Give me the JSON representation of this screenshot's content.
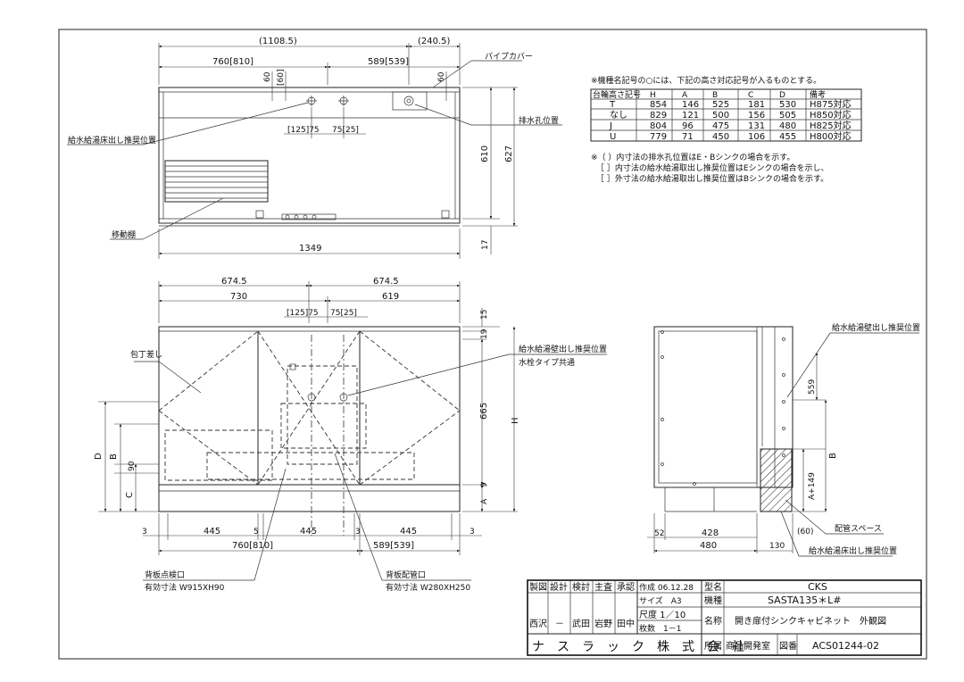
{
  "top_view": {
    "dims": {
      "total_outer": "(1108.5)",
      "right_outer": "(240.5)",
      "left": "760[810]",
      "right": "589[539]",
      "v60a": "60",
      "v60b": "[60]",
      "v60c": "60",
      "h125": "[125]75",
      "h75": "75[25]",
      "depth610": "610",
      "depth627": "627",
      "bottom17": "17",
      "width1349": "1349"
    },
    "labels": {
      "pipe_cover": "パイプカバー",
      "drain_position": "排水孔位置",
      "water_floor": "給水給湯床出し推奨位置",
      "movable_shelf": "移動棚"
    }
  },
  "spec_table": {
    "note_top": "※機種名記号の○には、下記の高さ対応記号が入るものとする。",
    "headers": [
      "台輪高さ記号",
      "H",
      "A",
      "B",
      "C",
      "D",
      "備考"
    ],
    "rows": [
      [
        "T",
        "854",
        "146",
        "525",
        "181",
        "530",
        "H875対応"
      ],
      [
        "なし",
        "829",
        "121",
        "500",
        "156",
        "505",
        "H850対応"
      ],
      [
        "J",
        "804",
        "96",
        "475",
        "131",
        "480",
        "H825対応"
      ],
      [
        "U",
        "779",
        "71",
        "450",
        "106",
        "455",
        "H800対応"
      ]
    ],
    "notes": [
      "※（ ）内寸法の排水孔位置はE・Bシンクの場合を示す。",
      "［ ］内寸法の給水給湯取出し推奨位置はEシンクの場合を示し、",
      "［ ］外寸法の給水給湯取出し推奨位置はBシンクの場合を示す。"
    ]
  },
  "front_view": {
    "dims": {
      "half_left": "674.5",
      "half_right": "674.5",
      "left730": "730",
      "right619": "619",
      "h125": "[125]75",
      "h75": "75[25]",
      "v15": "15",
      "v19": "19",
      "v665": "665",
      "H": "H",
      "v9": "9",
      "A": "A",
      "D": "D",
      "B": "B",
      "v90": "90",
      "C": "C",
      "b3a": "3",
      "b445a": "445",
      "b5": "5",
      "b445b": "445",
      "b3b": "3",
      "b445c": "445",
      "b3c": "3",
      "bot760": "760[810]",
      "bot589": "589[539]"
    },
    "labels": {
      "knife_rack": "包丁差し",
      "water_wall": "給水給湯壁出し推奨位置",
      "faucet_common": "水栓タイプ共通",
      "back_inspection": "背板点検口",
      "inspection_size": "有効寸法 W915XH90",
      "back_piping": "背板配管口",
      "piping_size": "有効寸法 W280XH250"
    }
  },
  "side_view": {
    "dims": {
      "v559": "559",
      "B": "B",
      "A149": "A+149",
      "d52": "52",
      "d428": "428",
      "d480": "480",
      "d130": "130",
      "d60": "(60)"
    },
    "labels": {
      "water_wall": "給水給湯壁出し推奨位置",
      "pipe_space": "配管スペース",
      "water_floor": "給水給湯床出し推奨位置"
    }
  },
  "title_block": {
    "roles": [
      "製図",
      "設計",
      "検討",
      "主査",
      "承認"
    ],
    "names": [
      "西沢",
      "－",
      "武田",
      "岩野",
      "田中"
    ],
    "created": "作成 06.12.28",
    "size": "サイズ　A3",
    "scale": "尺度 1／10",
    "sheets": "枚数　1－1",
    "model_label": "型名",
    "model": "CKS",
    "type_label": "機種",
    "type": "SASTA135＊L#",
    "name_label": "名称",
    "name": "開き扉付シンクキャビネット　外観図",
    "company": "ナ　ス　ラ　ッ　ク　株　式　会　社",
    "dept_label": "所属",
    "dept": "商品開発室",
    "drawing_no_label": "図番",
    "drawing_no": "ACS01244-02"
  }
}
